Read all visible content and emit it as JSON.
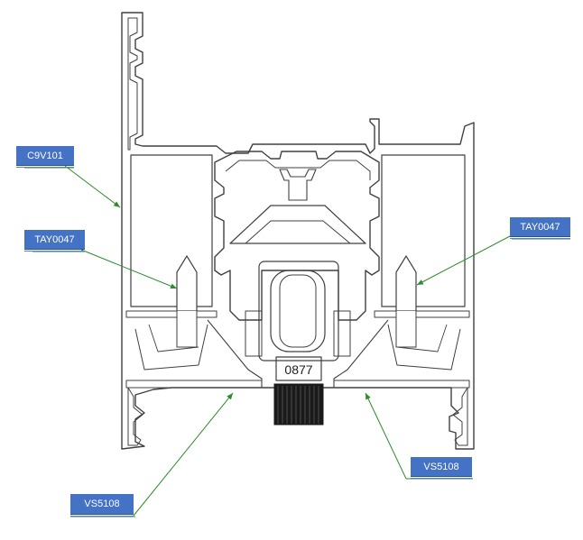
{
  "labels": {
    "c9v101": "C9V101",
    "tay_left": "TAY0047",
    "tay_right": "TAY0047",
    "vs_left": "VS5108",
    "vs_right": "VS5108"
  },
  "part_stamp": "0877",
  "colors": {
    "label_fill": "#4472c4",
    "label_text": "#ffffff",
    "leader": "#2e8b2e",
    "outline": "#404040",
    "gasket": "#1a1a1a"
  }
}
